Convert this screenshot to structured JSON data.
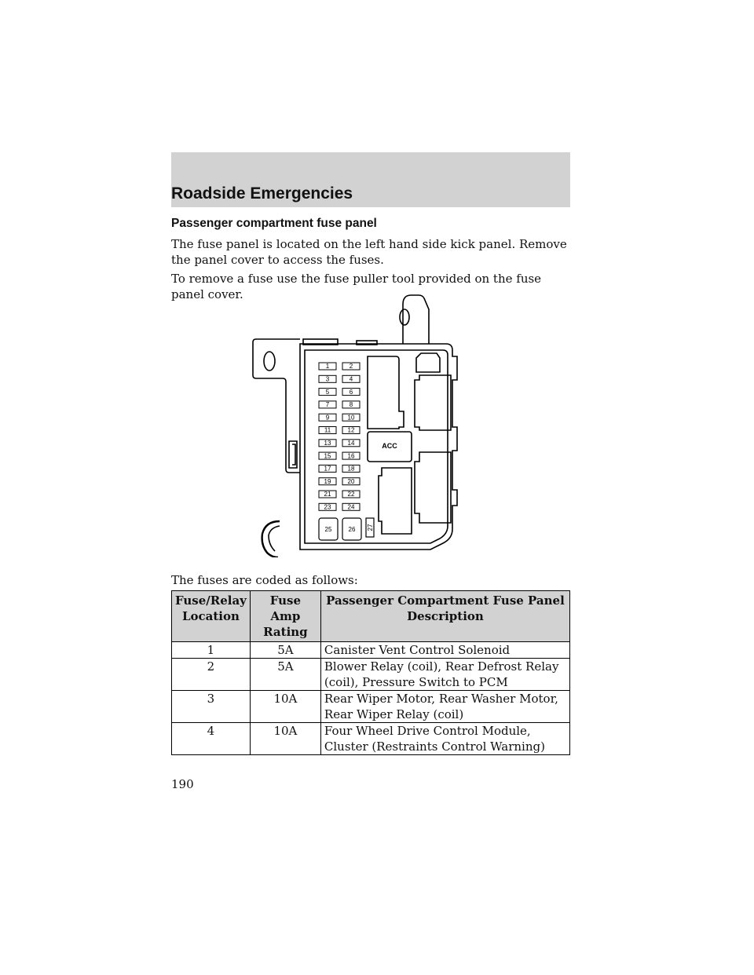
{
  "header": {
    "title": "Roadside Emergencies"
  },
  "section": {
    "title": "Passenger compartment fuse panel",
    "para1": "The fuse panel is located on the left hand side kick panel. Remove the panel cover to access the fuses.",
    "para2": "To remove a fuse use the fuse puller tool provided on the fuse panel cover.",
    "para3": "The fuses are coded as follows:"
  },
  "diagram": {
    "fuse_pairs": [
      [
        "1",
        "2"
      ],
      [
        "3",
        "4"
      ],
      [
        "5",
        "6"
      ],
      [
        "7",
        "8"
      ],
      [
        "9",
        "10"
      ],
      [
        "11",
        "12"
      ],
      [
        "13",
        "14"
      ],
      [
        "15",
        "16"
      ],
      [
        "17",
        "18"
      ],
      [
        "19",
        "20"
      ],
      [
        "21",
        "22"
      ],
      [
        "23",
        "24"
      ]
    ],
    "large_fuses": [
      "25",
      "26"
    ],
    "vertical_fuse": "27",
    "relay_label": "ACC"
  },
  "table": {
    "headers": {
      "location": "Fuse/Relay Location",
      "rating": "Fuse Amp Rating",
      "description": "Passenger Compartment Fuse Panel Description"
    },
    "rows": [
      {
        "location": "1",
        "rating": "5A",
        "description": "Canister Vent Control Solenoid"
      },
      {
        "location": "2",
        "rating": "5A",
        "description": "Blower Relay (coil), Rear Defrost Relay (coil), Pressure Switch to PCM"
      },
      {
        "location": "3",
        "rating": "10A",
        "description": "Rear Wiper Motor, Rear Washer Motor, Rear Wiper Relay (coil)"
      },
      {
        "location": "4",
        "rating": "10A",
        "description": "Four Wheel Drive Control Module, Cluster (Restraints Control Warning)"
      }
    ]
  },
  "page_number": "190"
}
